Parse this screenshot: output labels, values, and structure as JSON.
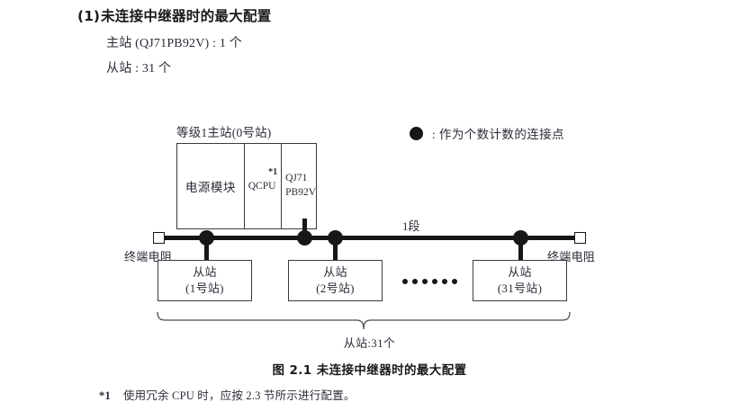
{
  "heading": {
    "number": "(1)",
    "title": "未连接中继器时的最大配置"
  },
  "specs": {
    "master": "主站 (QJ71PB92V) : 1 个",
    "slave": "从站 : 31 个"
  },
  "legend": {
    "symbol": "filled-circle",
    "text": ": 作为个数计数的连接点"
  },
  "diagram": {
    "master_station": {
      "caption": "等级1主站(0号站)",
      "cells": [
        {
          "label": "电源模块"
        },
        {
          "label": "QCPU",
          "note": "*1"
        },
        {
          "label_line1": "QJ71",
          "label_line2": "PB92V"
        }
      ]
    },
    "bus": {
      "segment_label": "1段",
      "terminator_left": "终端电阻",
      "terminator_right": "终端电阻",
      "connection_point_count": 4
    },
    "slaves": [
      {
        "name": "从站",
        "station": "(1号站)"
      },
      {
        "name": "从站",
        "station": "(2号站)"
      },
      {
        "name": "从站",
        "station": "(31号站)"
      }
    ],
    "ellipsis_dots": 6,
    "brace_label": "从站:31个"
  },
  "figure_caption": "图 2.1  未连接中继器时的最大配置",
  "footnote": {
    "marker": "*1",
    "text": "使用冗余 CPU 时，应按 2.3 节所示进行配置。"
  },
  "colors": {
    "ink": "#17171a",
    "text": "#2b2b38",
    "box_border": "#3a3a44",
    "background": "#ffffff"
  }
}
